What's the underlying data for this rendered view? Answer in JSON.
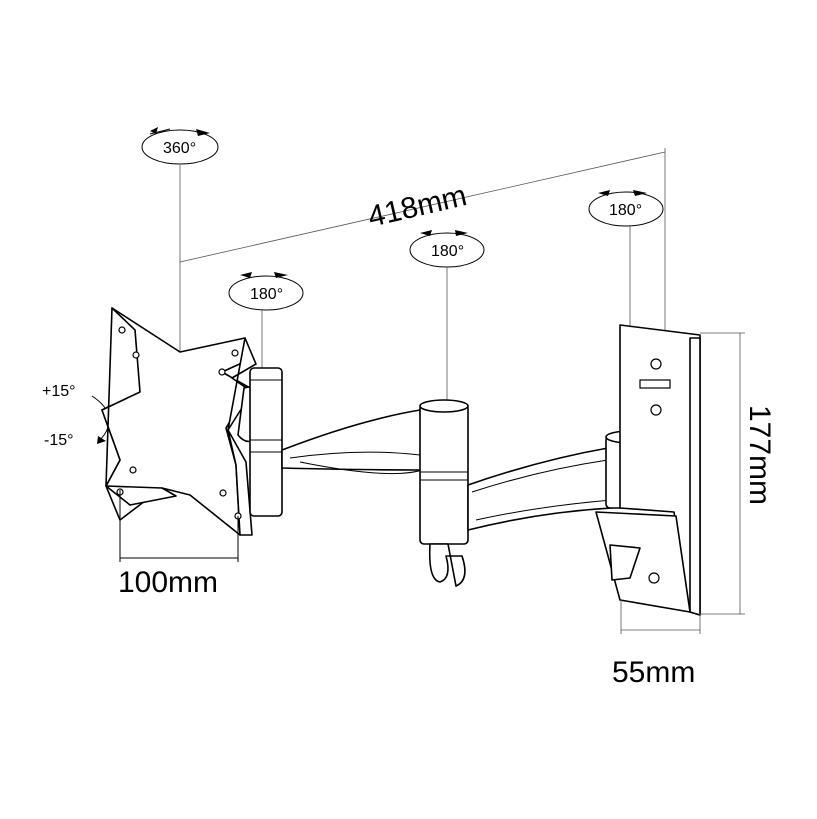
{
  "dimensions": {
    "width_label": "418mm",
    "height_label": "177mm",
    "depth_label": "55mm",
    "vesa_label": "100mm"
  },
  "rotations": {
    "plate_rotation": "360°",
    "pivot_left": "180°",
    "pivot_middle": "180°",
    "pivot_right": "180°"
  },
  "tilt": {
    "up": "+15°",
    "down": "-15°"
  }
}
